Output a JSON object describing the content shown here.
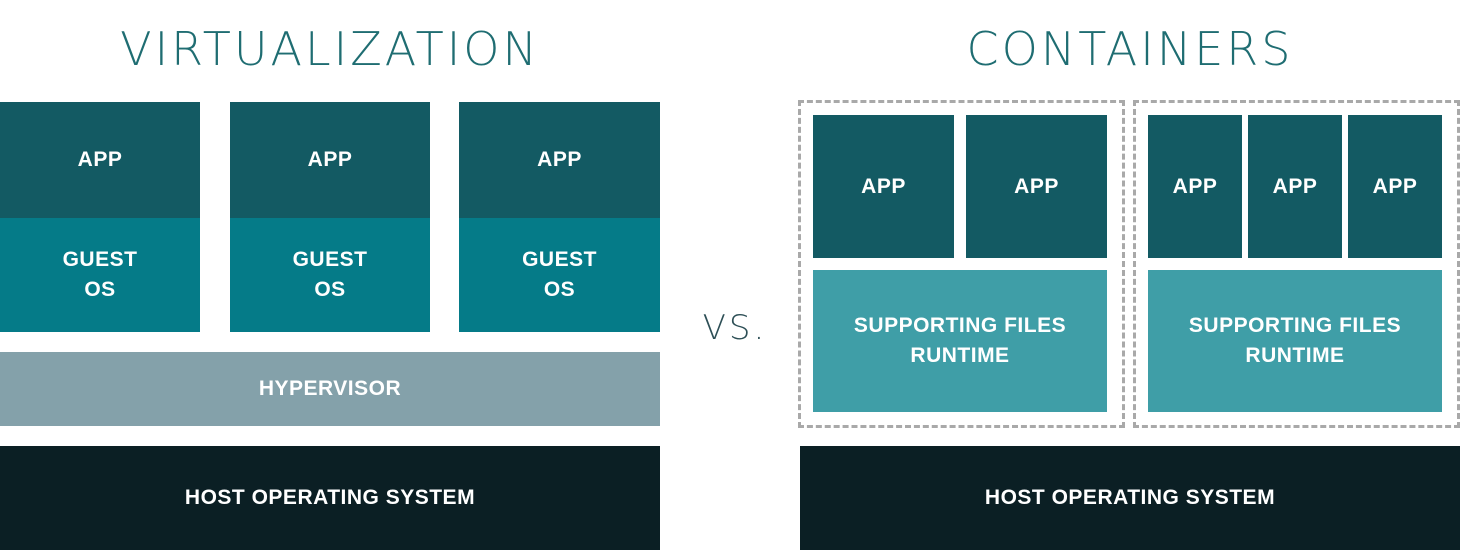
{
  "virtualization": {
    "title": "VIRTUALIZATION",
    "vms": [
      {
        "app": "APP",
        "guest_os": [
          "GUEST",
          "OS"
        ]
      },
      {
        "app": "APP",
        "guest_os": [
          "GUEST",
          "OS"
        ]
      },
      {
        "app": "APP",
        "guest_os": [
          "GUEST",
          "OS"
        ]
      }
    ],
    "hypervisor": "HYPERVISOR",
    "host_os": "HOST OPERATING SYSTEM"
  },
  "vs_label": "VS.",
  "containers": {
    "title": "CONTAINERS",
    "groups": [
      {
        "apps": [
          "APP",
          "APP"
        ],
        "support": [
          "SUPPORTING FILES",
          "RUNTIME"
        ]
      },
      {
        "apps": [
          "APP",
          "APP",
          "APP"
        ],
        "support": [
          "SUPPORTING FILES",
          "RUNTIME"
        ]
      }
    ],
    "host_os": "HOST OPERATING SYSTEM"
  },
  "colors": {
    "title": "#1f6d72",
    "app": "#135a63",
    "guest_os": "#057b88",
    "hypervisor": "#84a1aa",
    "host_os": "#0b1f24",
    "supporting_files": "#3f9ea7",
    "dashed_border": "#a9a9a9"
  }
}
